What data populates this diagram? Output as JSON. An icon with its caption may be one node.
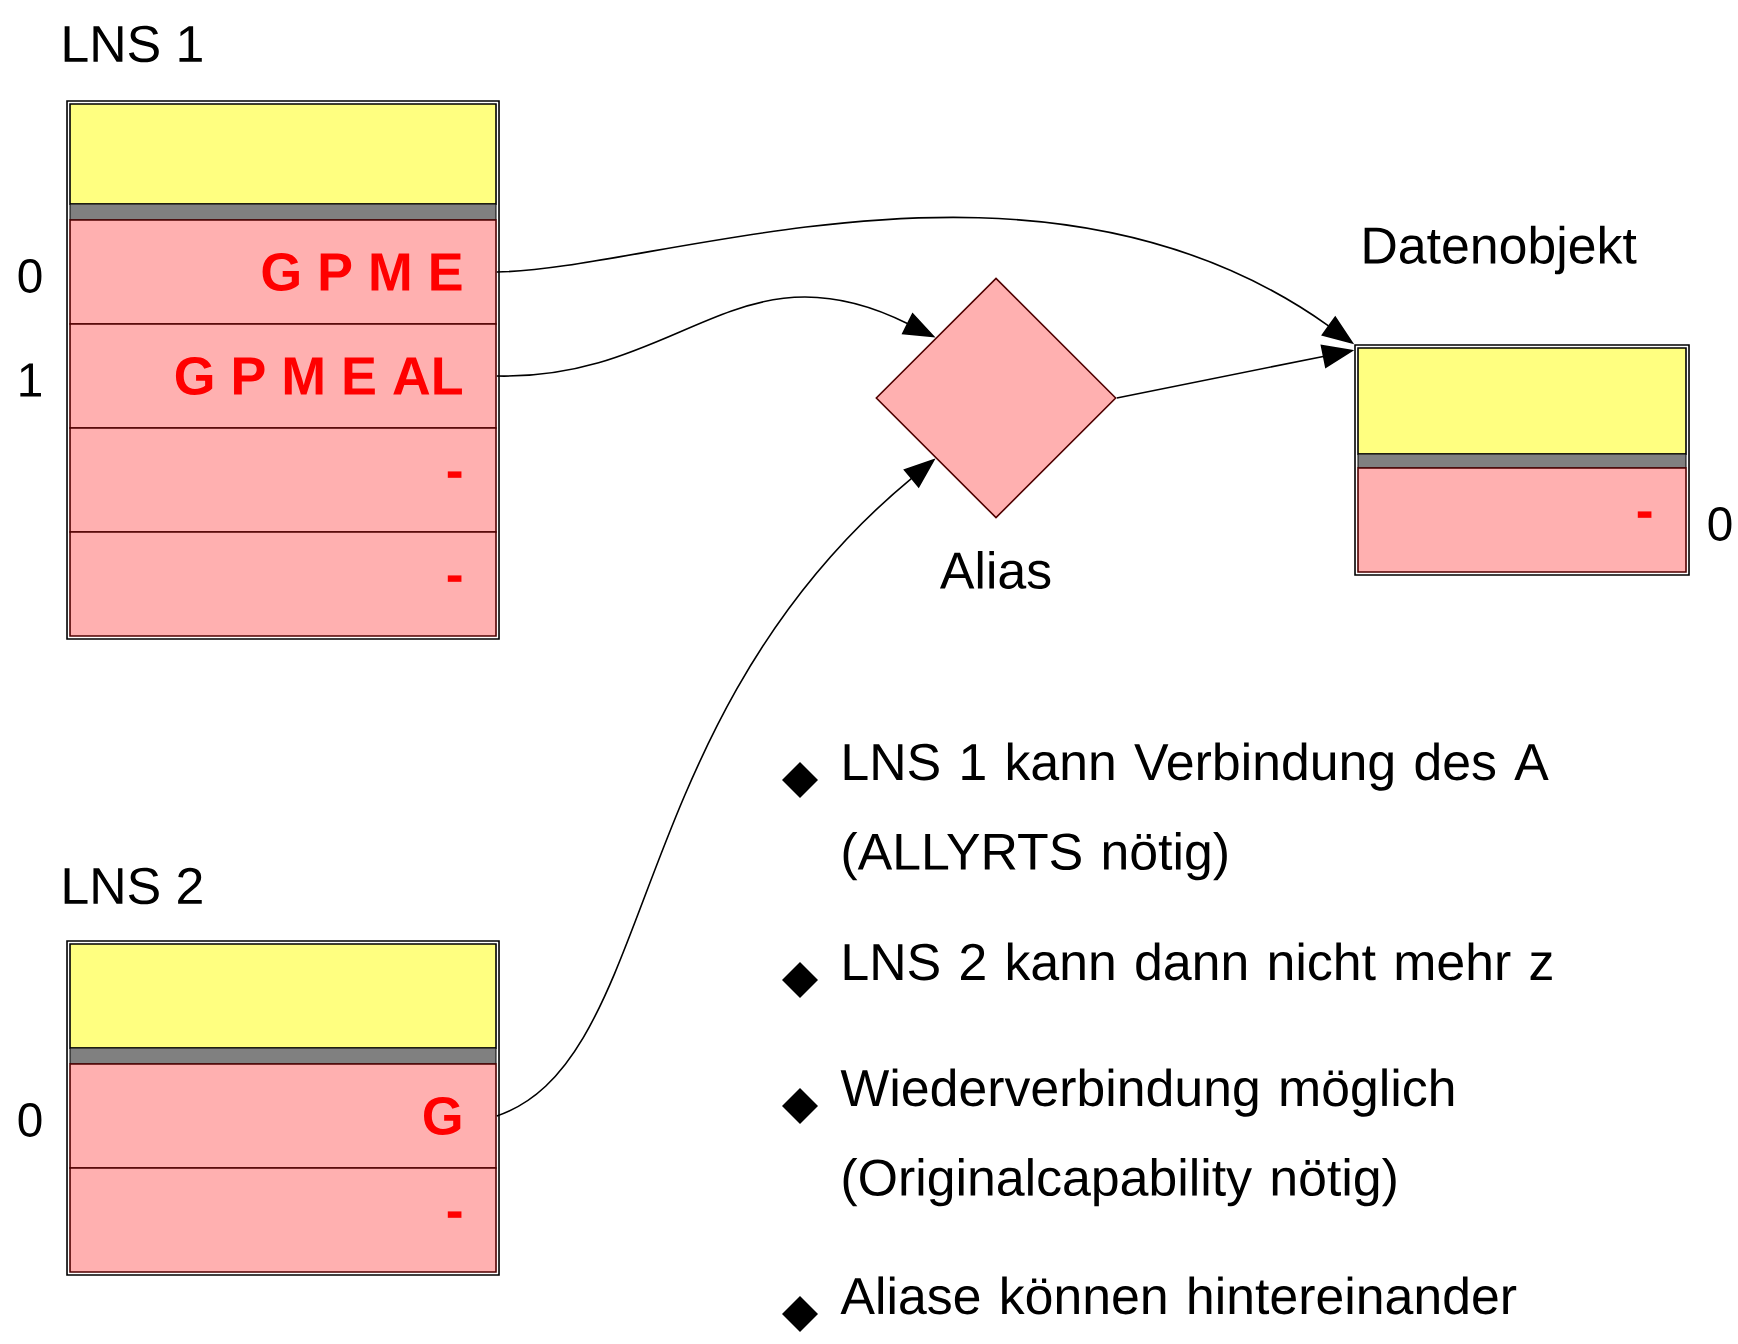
{
  "diagram": {
    "nodes": [
      {
        "text": [
          "LNS 1"
        ]
      },
      {
        "text": [
          "G P M E"
        ],
        "in": 0,
        "beside": [
          "0"
        ]
      },
      {
        "text": [
          "G P M E AL"
        ],
        "in": 0,
        "beside": [
          "1"
        ]
      },
      {
        "text": [
          "-"
        ],
        "in": 0
      },
      {
        "text": [
          "-"
        ],
        "in": 0
      },
      {
        "text": [
          "Alias"
        ]
      },
      {
        "text": [
          "Datenobjekt"
        ]
      },
      {
        "text": [
          "-"
        ],
        "in": 6,
        "beside": [
          "0"
        ]
      },
      {
        "text": [
          "LNS 2"
        ]
      },
      {
        "text": [
          "G"
        ],
        "in": 8,
        "beside": [
          "0"
        ]
      },
      {
        "text": [
          "-"
        ],
        "in": 8
      }
    ],
    "edges": [
      {
        "from": 1,
        "to": 6,
        "arrow": "to"
      },
      {
        "from": 2,
        "to": 5,
        "arrow": "to"
      },
      {
        "from": 9,
        "to": 5,
        "arrow": "to"
      },
      {
        "from": 5,
        "to": 6,
        "arrow": "to"
      }
    ],
    "labels": [
      "LNS 1 kann Verbindung des A (ALLYRTS nötig)",
      "LNS 2 kann dann nicht mehr z",
      "Wiederverbindung möglich (Originalcapability nötig)",
      "Aliase können hintereinander"
    ]
  }
}
